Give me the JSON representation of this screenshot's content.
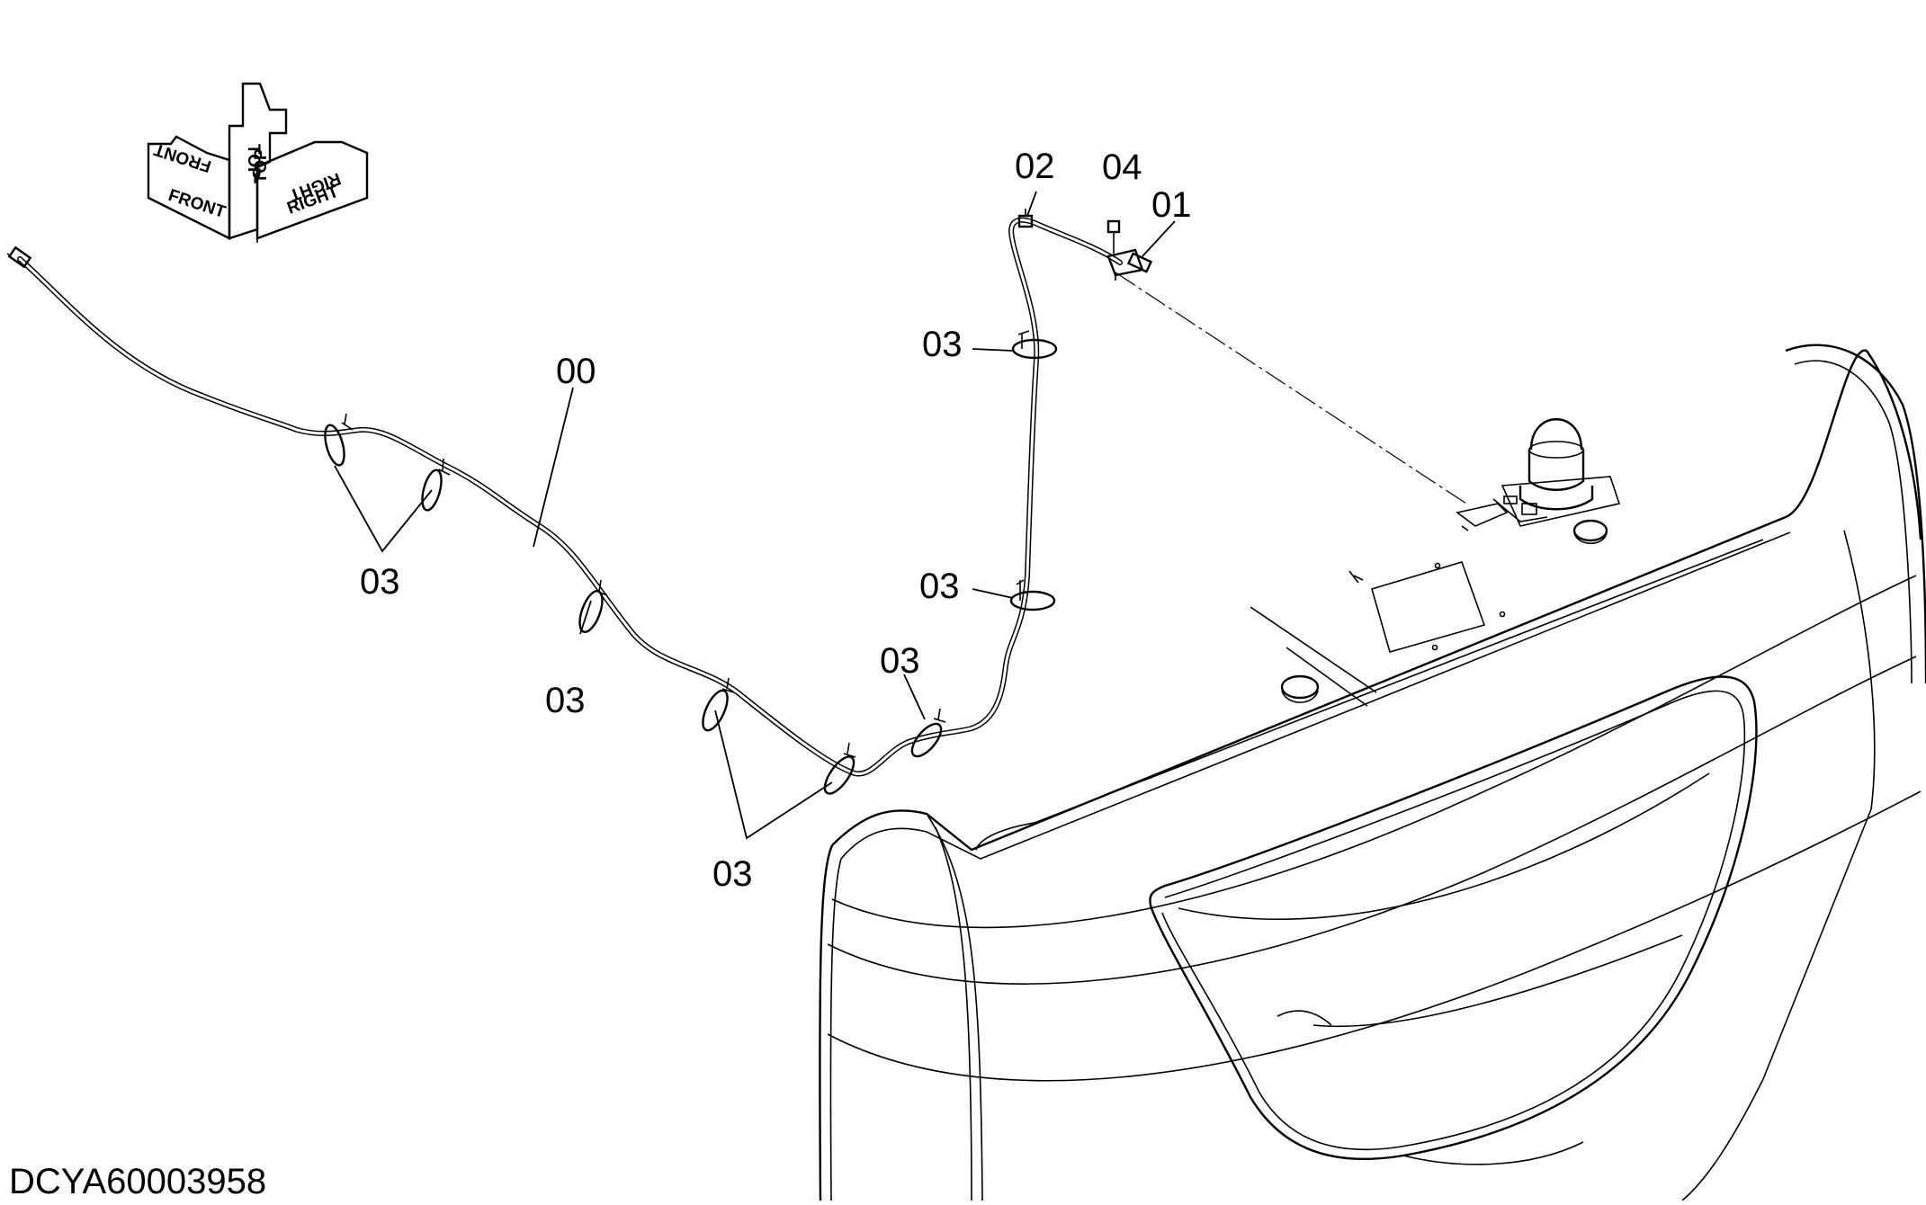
{
  "drawing_id": "DCYA60003958",
  "orientation": {
    "front": "FRONT",
    "top": "TOP",
    "right": "RIGHT"
  },
  "callouts": {
    "c00": "00",
    "c01": "01",
    "c02": "02",
    "c04": "04",
    "c03_a": "03",
    "c03_b": "03",
    "c03_c": "03",
    "c03_d": "03",
    "c03_e": "03",
    "c03_f": "03"
  }
}
